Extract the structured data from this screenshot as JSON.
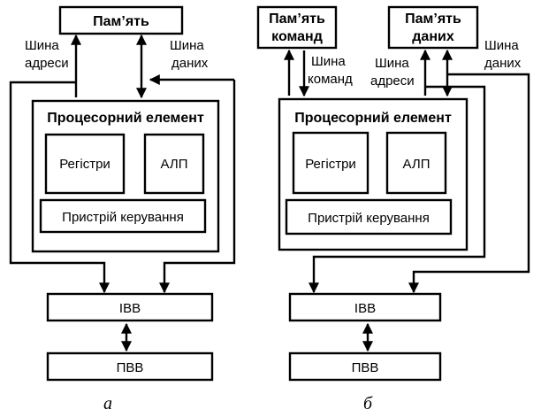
{
  "diagram_a": {
    "memory": "Пам’ять",
    "address_bus": [
      "Шина",
      "адреси"
    ],
    "data_bus": [
      "Шина",
      "даних"
    ],
    "processing_element": "Процесорний елемент",
    "registers": "Регістри",
    "alu": "АЛП",
    "control_unit": "Пристрій керування",
    "ibb": "ІВВ",
    "pbb": "ПВВ",
    "caption": "а"
  },
  "diagram_b": {
    "instruction_memory": [
      "Пам’ять",
      "команд"
    ],
    "data_memory": [
      "Пам’ять",
      "даних"
    ],
    "instruction_bus": [
      "Шина",
      "команд"
    ],
    "address_bus": [
      "Шина",
      "адреси"
    ],
    "data_bus": [
      "Шина",
      "даних"
    ],
    "processing_element": "Процесорний елемент",
    "registers": "Регістри",
    "alu": "АЛП",
    "control_unit": "Пристрій керування",
    "ibb": "ІВВ",
    "pbb": "ПВВ",
    "caption": "б"
  },
  "colors": {
    "stroke": "#000000",
    "background": "#ffffff"
  }
}
